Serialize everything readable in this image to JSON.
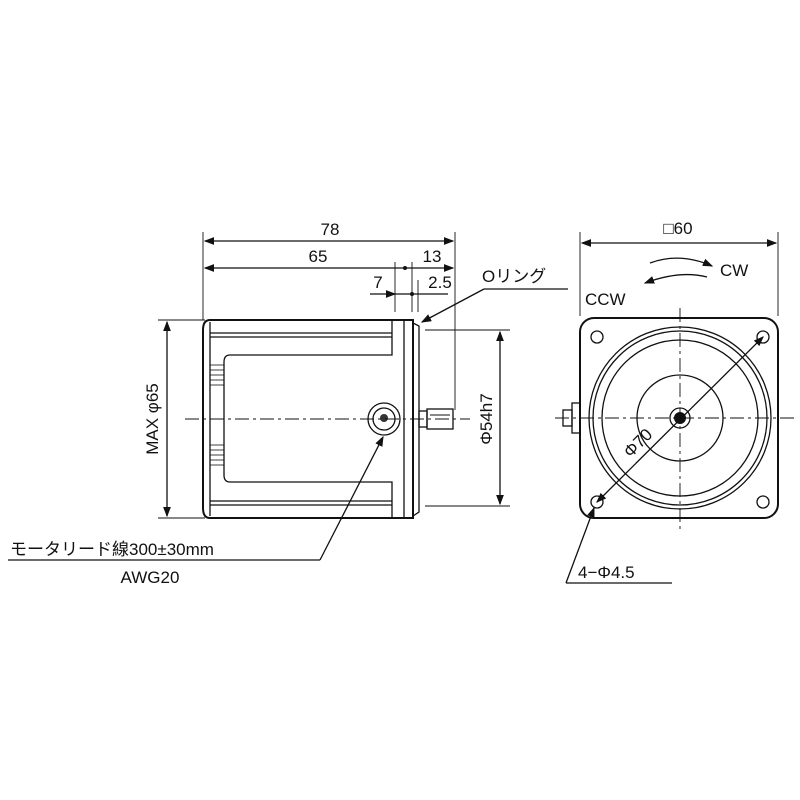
{
  "side_view": {
    "overall_length": "78",
    "body_length": "65",
    "flange_length": "13",
    "dim_7": "7",
    "dim_2_5": "2.5",
    "o_ring_label": "Oリング",
    "max_diameter": "MAX φ65",
    "pilot_diameter": "Φ54h7",
    "lead_wire_label": "モータリード線300±30mm",
    "wire_gauge": "AWG20"
  },
  "front_view": {
    "square_size": "□60",
    "cw_label": "CW",
    "ccw_label": "CCW",
    "pcd": "Φ70",
    "mounting_holes": "4−Φ4.5"
  }
}
